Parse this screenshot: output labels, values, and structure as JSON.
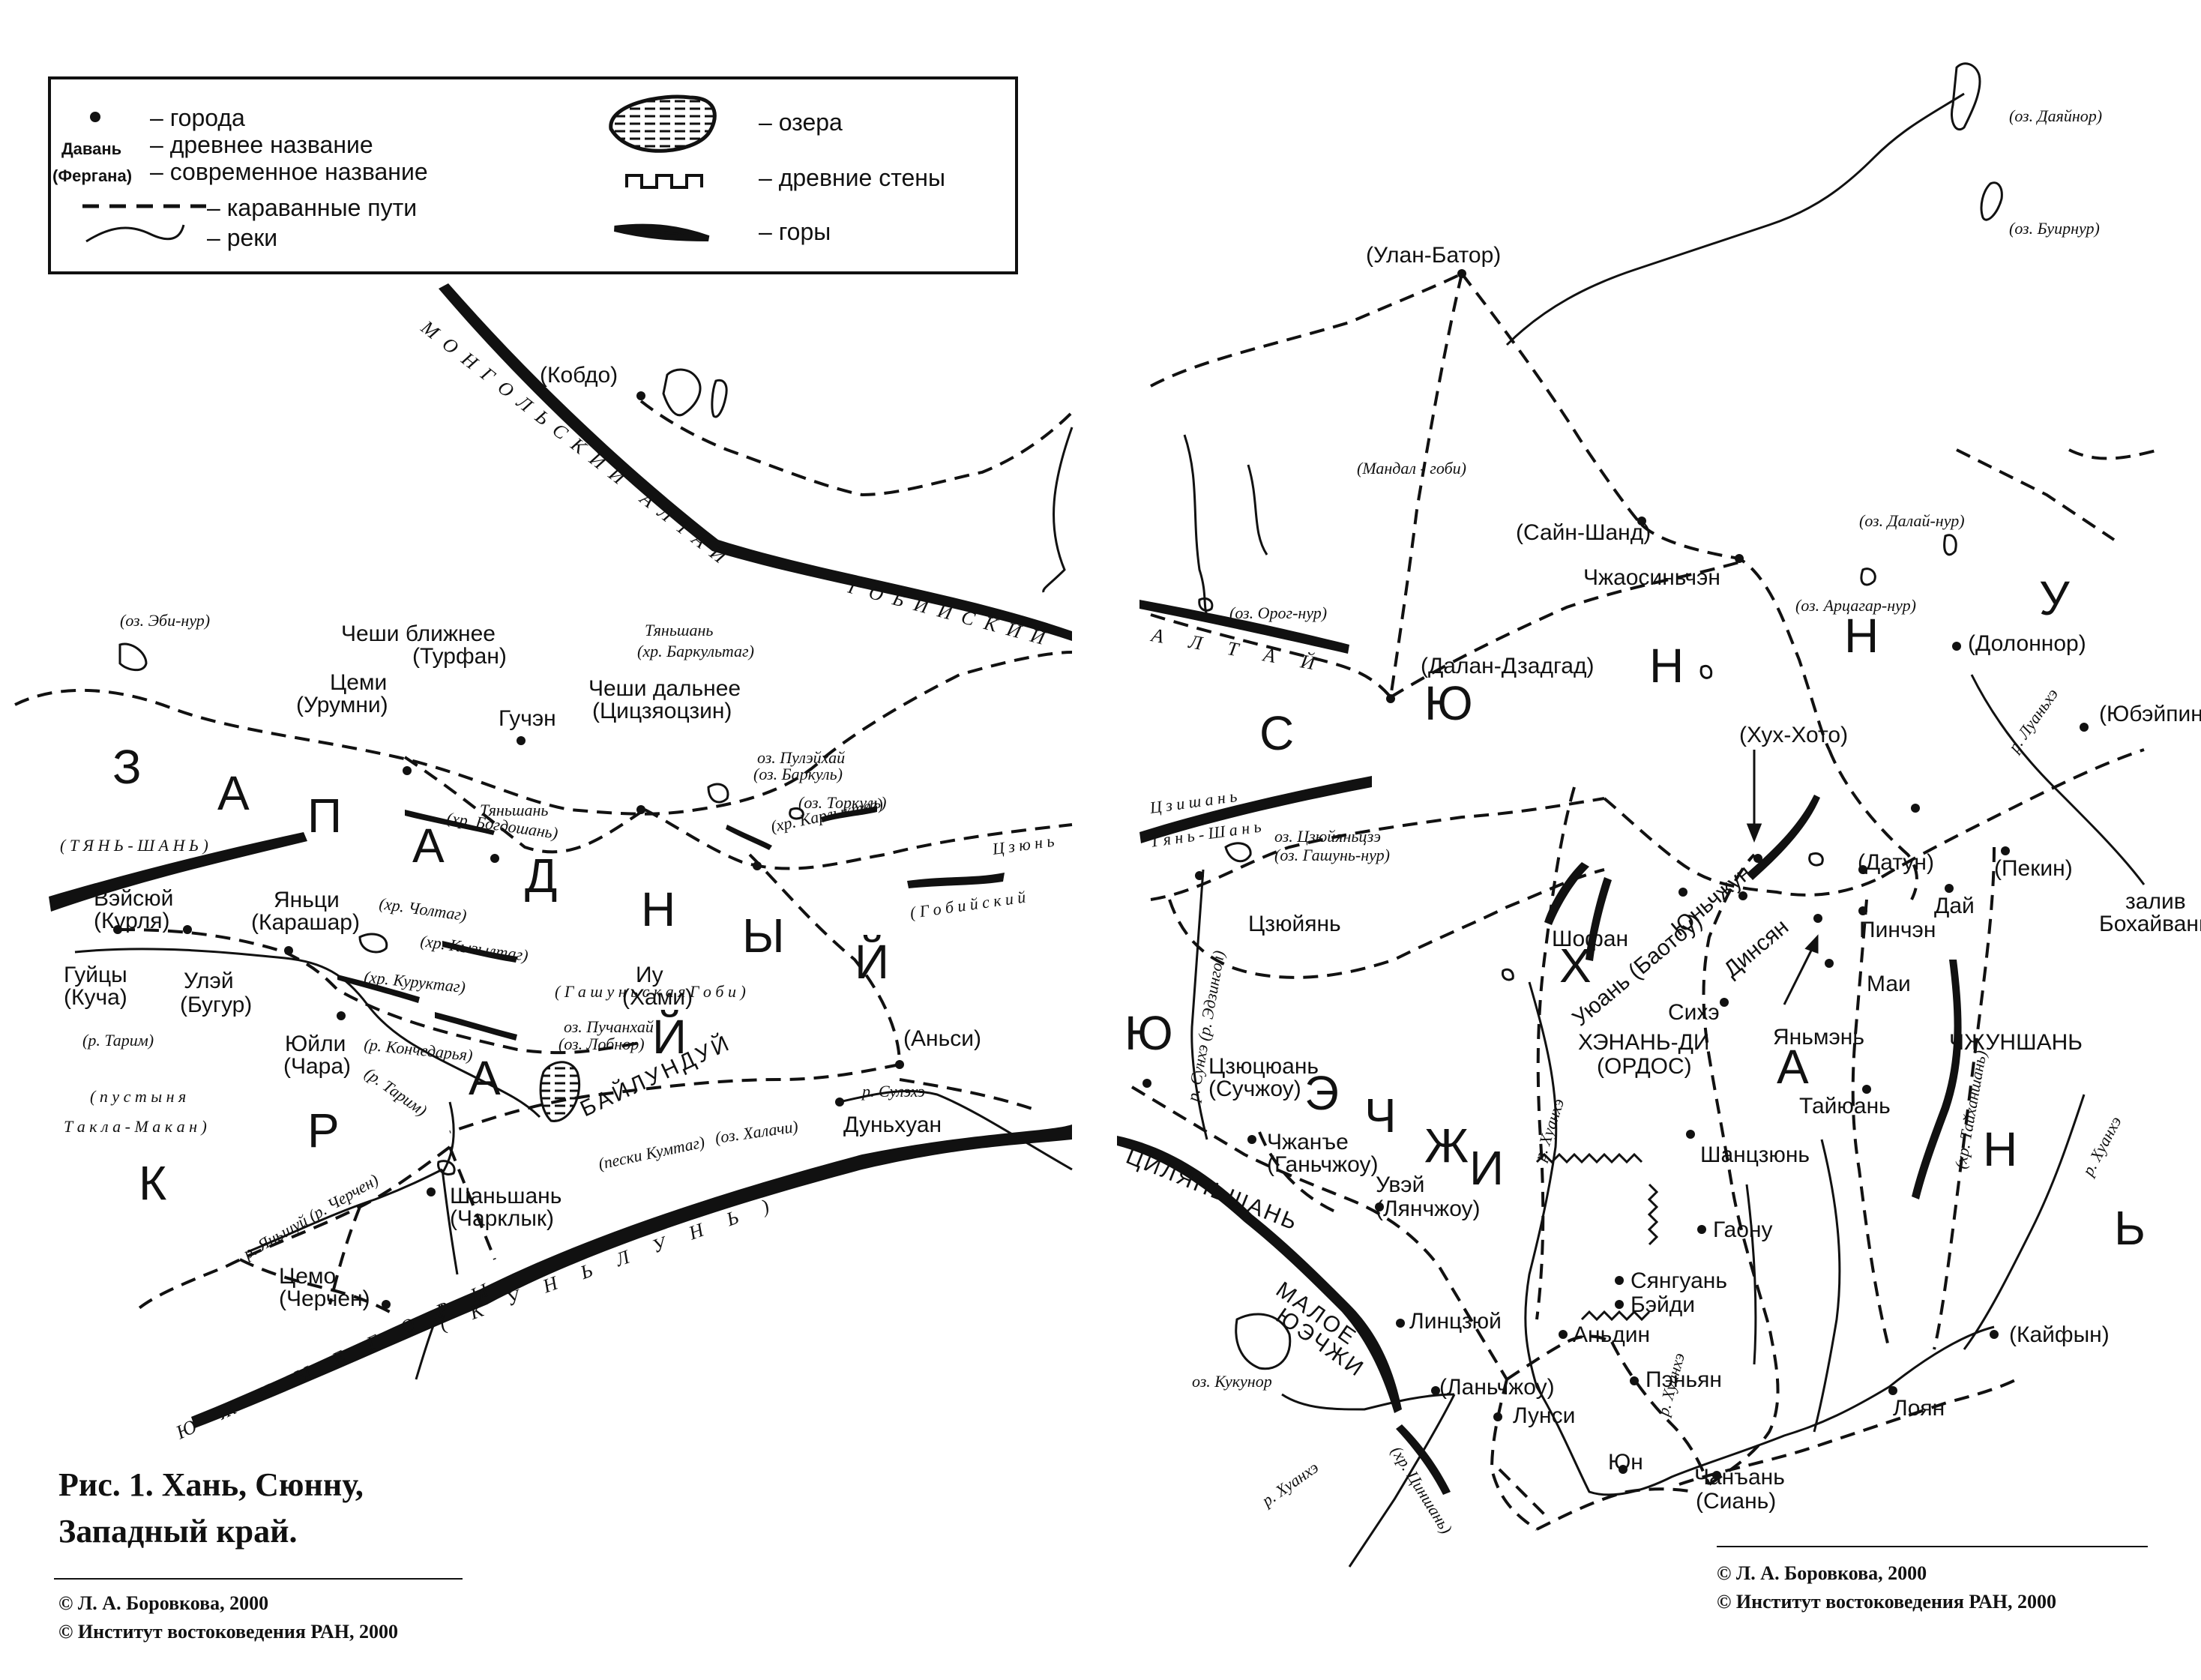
{
  "legend": {
    "cities": "– города",
    "ancient_sample": "Давань",
    "ancient": "– древнее название",
    "modern_sample": "(Фергана)",
    "modern": "– современное название",
    "caravan": "– караванные пути",
    "rivers": "– реки",
    "lakes": "– озера",
    "walls": "– древние стены",
    "mountains": "– горы"
  },
  "caption": {
    "title_line1": "Рис. 1. Хань, Сюнну,",
    "title_line2": "Западный край.",
    "copyright1": "© Л. А. Боровкова, 2000",
    "copyright2": "© Институт востоковедения РАН, 2000"
  },
  "regions": {
    "zapadny": [
      "З",
      "А",
      "П",
      "А",
      "Д",
      "Н",
      "Ы",
      "Й"
    ],
    "kray": [
      "К",
      "Р",
      "А",
      "Й"
    ],
    "syunnu": [
      "С",
      "Ю",
      "Н",
      "Н",
      "У"
    ],
    "yuezhi": [
      "Ю",
      "Э",
      "Ч",
      "Ж",
      "И"
    ],
    "han": [
      "Х",
      "А",
      "Н",
      "Ь"
    ]
  },
  "west": {
    "kobdo": "(Кобдо)",
    "mongol_altai": "МОНГОЛЬСКИЙ АЛТАЙ",
    "gobi_altai": "ГОБИЙСКИЙ",
    "ebi_nur": "(оз. Эби-нур)",
    "cheshi_near": "Чеши ближнее",
    "turfan": "(Турфан)",
    "cemi": "Цеми",
    "urumni": "(Урумни)",
    "guchen": "Гучэн",
    "tianshan_bark": "Тяньшань",
    "bark_ridge": "(хр. Баркультаг)",
    "cheshi_far": "Чеши дальнее",
    "cizyaoczin": "(Цицзяоцзин)",
    "pulyhai": "оз. Пулэйхай",
    "barkul": "(оз. Баркуль)",
    "torkul": "(оз. Торкуль)",
    "karlyktag": "(хр. Карлыктаг)",
    "tianshan_bogd": "Тяньшань",
    "bogdoshan": "(хр. Богдошань)",
    "tyan_shan": "( Т Я Н Ь - Ш А Н Ь )",
    "veysyuy": "Вэйсюй",
    "kurlya": "(Курля)",
    "yanci": "Яньци",
    "karashar": "(Карашар)",
    "choltag": "(хр. Чолтаг)",
    "kyzyltag": "(хр. Кызылтаг)",
    "kuruktag": "(хр. Куруктаг)",
    "guyci": "Гуйцы",
    "kucha": "(Куча)",
    "ulei": "Улэй",
    "bugur": "(Бугур)",
    "iu": "Иу",
    "hami": "(Хами)",
    "gashun_gobi": "( Г а ш у н ь с к а я  Г о б и )",
    "gobi_ridge": "( Г о б и й с к и й",
    "czyun": "Ц з ю н ь",
    "tarim1": "(р. Тарим)",
    "yuyli": "Юйли",
    "chara": "(Чара)",
    "konchedarya": "(р. Кончедарья)",
    "puchanhai": "оз. Пучанхай",
    "lobnor": "(оз. Лобнор)",
    "tarim2": "(р. Тарим)",
    "baylundui": "БАЙЛУНДУЙ",
    "kumtag": "(пески Кумтаг)",
    "halachi": "(оз. Халачи)",
    "ansi": "(Аньси)",
    "sulehe": "р. Сулэхэ",
    "dunhuan": "Дуньхуан",
    "desert1": "( п у с т ы н я",
    "desert2": "Т а к л а - М а к а н )",
    "yanshuy": "р. Яньшуй (р. Черчен)",
    "shanshan": "Шаньшань",
    "charklyk": "(Чарклык)",
    "cemo": "Цемо",
    "cherchen": "(Черчен)",
    "kunlun": "( К У Н Ь Л У Н Ь )",
    "south_mtn": "Ю Ж Н Ы Е  Г О Р Ы"
  },
  "east": {
    "dayaynor": "(оз. Даяйнор)",
    "buyrnur": "(оз. Буирнур)",
    "ulanbator": "(Улан-Батор)",
    "mandal": "(Мандал - гоби)",
    "sainshand": "(Сайн-Шанд)",
    "dalainur": "(оз. Далай-нур)",
    "arcagar": "(оз. Арцагар-нур)",
    "orognur": "(оз. Орог-нур)",
    "altai": "А Л Т А Й",
    "chzhaosin": "Чжаосиньчэн",
    "dalan": "(Далан-Дзадгад)",
    "dolonnor": "(Долоннор)",
    "yubeypin": "(Юбэйпин)",
    "luanhe": "р. Луаньхэ",
    "huhhoto": "(Хух-Хото)",
    "czishan": "Ц з и ш а н ь",
    "tyan_shan_e": "Т я н ь - Ш а н ь",
    "czyuyanczee": "оз. Цзюйяньцзэ",
    "gashunnur": "(оз. Гашунь-нур)",
    "datun": "(Датун)",
    "dai": "Дай",
    "pinchen": "Пинчэн",
    "pekin": "(Пекин)",
    "zaliv1": "залив",
    "zaliv2": "Бохайвань",
    "czyuyan": "Цзюйянь",
    "shofan": "Шофан",
    "yunchzhun": "Юньчжун",
    "baotou": "Уюань (Баотоу)",
    "dinsyan": "Динсян",
    "mai": "Маи",
    "sihe": "Сихэ",
    "sunhe": "р. Сунхэ (р. Эдзингол)",
    "henan": "ХЭНАНЬ-ДИ",
    "ordos": "(ОРДОС)",
    "yanmen": "Яньмэнь",
    "chzhunshan": "ЧЖУНШАНЬ",
    "czyuciuan": "Цзюцюань",
    "suchzhou": "(Сучжоу)",
    "taiyuan": "Тайюань",
    "taihang": "(хр. Тайханшань)",
    "huanhe_e": "р. Хуанхэ",
    "chzhane": "Чжанъе",
    "ganchzhou": "(Ганьчжоу)",
    "huanhe_m": "р. Хуанхэ",
    "shanczyun": "Шанцзюнь",
    "cilyanshan": "ЦИЛЯНЬШАНЬ",
    "uvey": "Увэй",
    "lyanchzhou": "(Лянчжоу)",
    "gaonu": "Гаону",
    "malo1": "МАЛОЕ",
    "malo2": "ЮЭЧЖИ",
    "syanguan": "Сянгуань",
    "beydi": "Бэйди",
    "linczyuy": "Линцзюй",
    "andin": "Аньдин",
    "kaifyn": "(Кайфын)",
    "kukunor": "оз. Кукунор",
    "lanchzhou": "(Ланьчжоу)",
    "penyan": "Пэньян",
    "huanhe_s": "р. Хуанхэ",
    "loyan": "Лоян",
    "lunsi": "Лунси",
    "cinshan": "(хр. Циншань)",
    "yun": "Юн",
    "chanan": "Чанъань",
    "sian": "(Сиань)",
    "huanhe_sw": "р. Хуанхэ"
  }
}
